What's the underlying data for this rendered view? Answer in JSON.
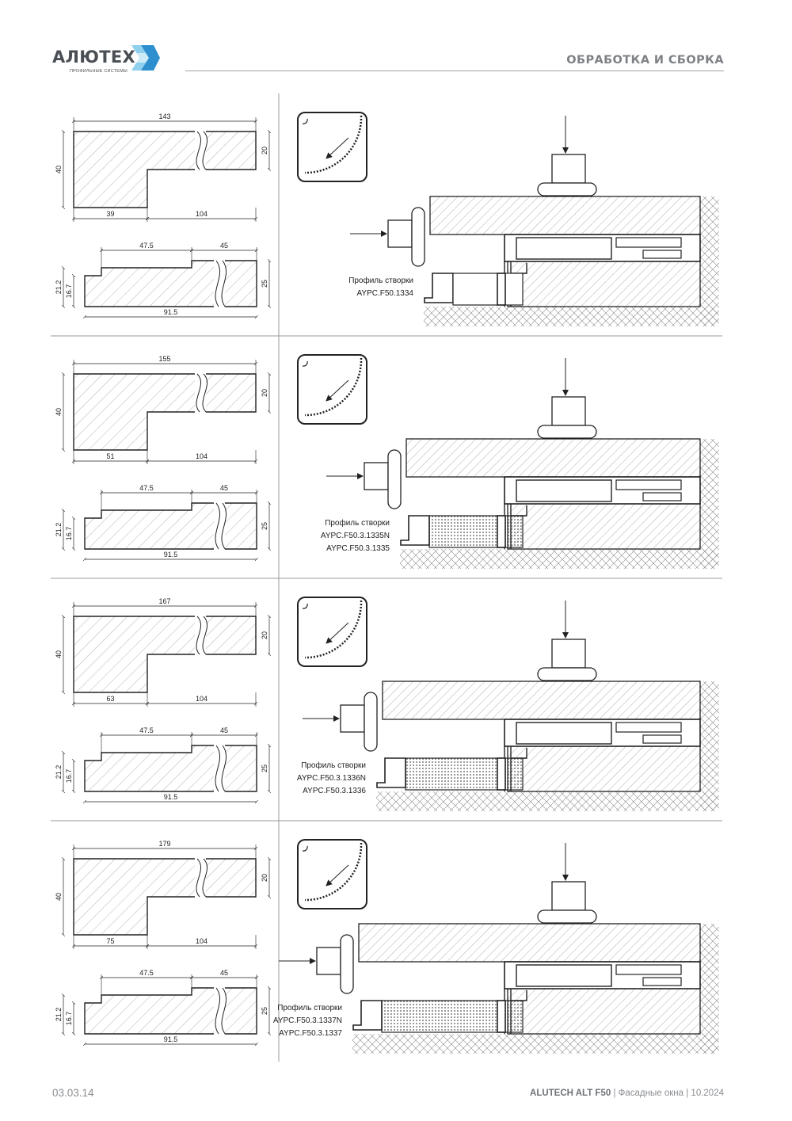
{
  "header": {
    "logo_text": "АЛЮТЕХ",
    "logo_subtitle": "ПРОФИЛЬНЫЕ СИСТЕМЫ",
    "title": "ОБРАБОТКА И СБОРКА"
  },
  "footer": {
    "page_code": "03.03.14",
    "brand": "ALUTECH ALT F50",
    "sep1": " | ",
    "section": "Фасадные окна",
    "sep2": " | ",
    "date": "10.2024"
  },
  "colors": {
    "accent_blue": "#2e8fce",
    "accent_light": "#8fd0ef",
    "line": "#2a2a2a",
    "hatch": "#9a9a9a",
    "text_gray": "#8a8d91"
  },
  "rows": [
    {
      "top": {
        "total": "143",
        "height": "40",
        "right": "20",
        "bottom_left": "39",
        "bottom_right": "104"
      },
      "bottom": {
        "left_top": "47.5",
        "right_top": "45",
        "h_outer": "21.2",
        "h_inner": "16.7",
        "right": "25",
        "total": "91.5"
      },
      "label": "Профиль створки",
      "codes": [
        "AYPC.F50.1334"
      ]
    },
    {
      "top": {
        "total": "155",
        "height": "40",
        "right": "20",
        "bottom_left": "51",
        "bottom_right": "104"
      },
      "bottom": {
        "left_top": "47.5",
        "right_top": "45",
        "h_outer": "21.2",
        "h_inner": "16.7",
        "right": "25",
        "total": "91.5"
      },
      "label": "Профиль створки",
      "codes": [
        "AYPC.F50.3.1335N",
        "AYPC.F50.3.1335"
      ]
    },
    {
      "top": {
        "total": "167",
        "height": "40",
        "right": "20",
        "bottom_left": "63",
        "bottom_right": "104"
      },
      "bottom": {
        "left_top": "47.5",
        "right_top": "45",
        "h_outer": "21.2",
        "h_inner": "16.7",
        "right": "25",
        "total": "91.5"
      },
      "label": "Профиль створки",
      "codes": [
        "AYPC.F50.3.1336N",
        "AYPC.F50.3.1336"
      ]
    },
    {
      "top": {
        "total": "179",
        "height": "40",
        "right": "20",
        "bottom_left": "75",
        "bottom_right": "104"
      },
      "bottom": {
        "left_top": "47.5",
        "right_top": "45",
        "h_outer": "21.2",
        "h_inner": "16.7",
        "right": "25",
        "total": "91.5"
      },
      "label": "Профиль створки",
      "codes": [
        "AYPC.F50.3.1337N",
        "AYPC.F50.3.1337"
      ]
    }
  ]
}
